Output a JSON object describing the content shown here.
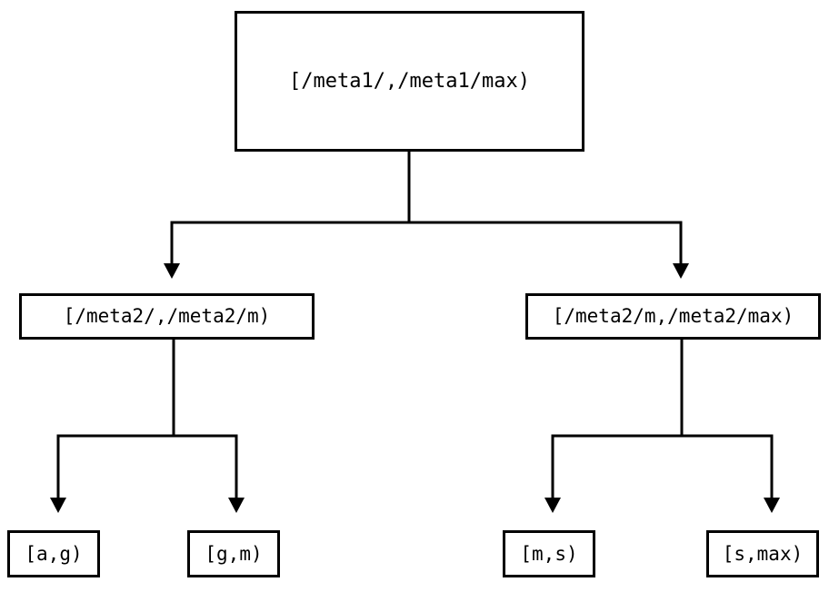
{
  "diagram": {
    "type": "tree",
    "title": "",
    "background_color": "#ffffff",
    "stroke_color": "#000000",
    "text_color": "#000000",
    "nodes": {
      "root": {
        "label": "[/meta1/,/meta1/max)",
        "level": 0
      },
      "mid_left": {
        "label": "[/meta2/,/meta2/m)",
        "level": 1
      },
      "mid_right": {
        "label": "[/meta2/m,/meta2/max)",
        "level": 1
      },
      "leaf_ag": {
        "label": "[a,g)",
        "level": 2
      },
      "leaf_gm": {
        "label": "[g,m)",
        "level": 2
      },
      "leaf_ms": {
        "label": "[m,s)",
        "level": 2
      },
      "leaf_smax": {
        "label": "[s,max)",
        "level": 2
      }
    },
    "edges": [
      {
        "from": "root",
        "to": "mid_left",
        "arrow": "down-triangle"
      },
      {
        "from": "root",
        "to": "mid_right",
        "arrow": "down-triangle"
      },
      {
        "from": "mid_left",
        "to": "leaf_ag",
        "arrow": "down-triangle"
      },
      {
        "from": "mid_left",
        "to": "leaf_gm",
        "arrow": "down-triangle"
      },
      {
        "from": "mid_right",
        "to": "leaf_ms",
        "arrow": "down-triangle"
      },
      {
        "from": "mid_right",
        "to": "leaf_smax",
        "arrow": "down-triangle"
      }
    ]
  }
}
